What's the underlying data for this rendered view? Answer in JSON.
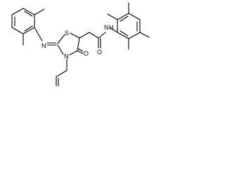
{
  "molecule": {
    "atom_labels": {
      "n_imine": "N",
      "s_ring": "S",
      "n_ring": "N",
      "o_ring": "O",
      "o_amide": "O",
      "nh_amide": "N",
      "h_amide": "H"
    }
  }
}
